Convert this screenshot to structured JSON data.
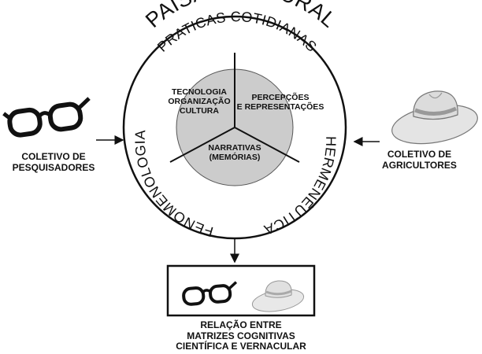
{
  "diagram": {
    "title": "PAISAGEM RURAL",
    "ring_labels": {
      "top": "PRATICAS COTIDIANAS",
      "left": "FENOMENOLOGIA",
      "right": "HERMENÊUTICA"
    },
    "inner_segments": {
      "left": {
        "line1": "TECNOLOGIA",
        "line2": "ORGANIZAÇÃO",
        "line3": "CULTURA"
      },
      "right": {
        "line1": "PERCEPÇÕES",
        "line2": "E REPRESENTAÇÕES"
      },
      "bottom": {
        "line1": "NARRATIVAS",
        "line2": "(MEMÓRIAS)"
      }
    },
    "left_actor": {
      "line1": "COLETIVO DE",
      "line2": "PESQUISADORES",
      "icon": "glasses-icon"
    },
    "right_actor": {
      "line1": "COLETIVO DE",
      "line2": "AGRICULTORES",
      "icon": "hat-icon"
    },
    "result": {
      "line1": "RELAÇÃO ENTRE",
      "line2": "MATRIZES COGNITIVAS",
      "line3": "CIENTÍFICA E VERNACULAR"
    },
    "colors": {
      "ink": "#111111",
      "inner_fill": "#cccccc",
      "hat_fill": "#e4e4e4"
    }
  }
}
